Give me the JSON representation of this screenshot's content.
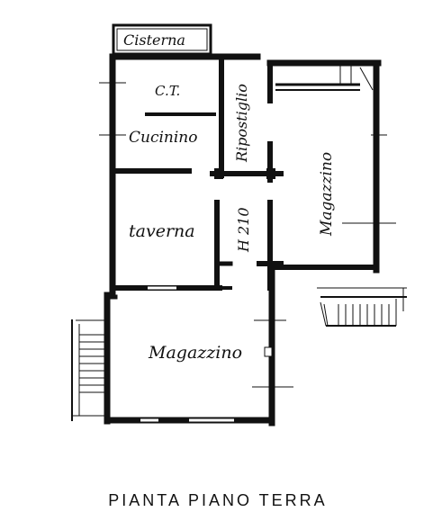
{
  "plan": {
    "title": "PIANTA PIANO TERRA",
    "rooms": {
      "cisterna": "Cisterna",
      "ct": "C.T.",
      "cucinino": "Cucinino",
      "ripostiglio": "Ripostiglio",
      "magazzino_right": "Magazzino",
      "taverna": "taverna",
      "corridor_height": "H 210",
      "magazzino_bottom": "Magazzino"
    }
  }
}
